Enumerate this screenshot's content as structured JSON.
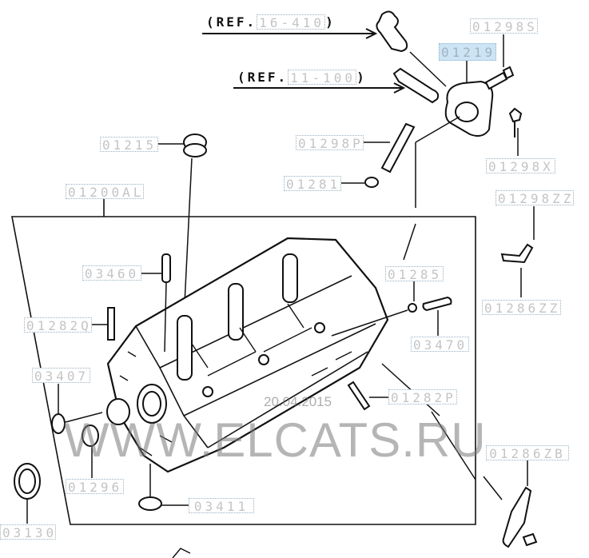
{
  "refs": [
    {
      "prefix": "(REF.",
      "code": "16-410",
      "suffix": ")"
    },
    {
      "prefix": "(REF.",
      "code": "11-100",
      "suffix": ")"
    }
  ],
  "parts": {
    "p01298S": "01298S",
    "p01219": "01219",
    "p01215": "01215",
    "p01298P": "01298P",
    "p01298X": "01298X",
    "p01200AL": "01200AL",
    "p01281": "01281",
    "p01298ZZ": "01298ZZ",
    "p03460": "03460",
    "p01285": "01285",
    "p01286ZZ": "01286ZZ",
    "p01282Q": "01282Q",
    "p03470": "03470",
    "p03407": "03407",
    "p01282P": "01282P",
    "p01286ZB": "01286ZB",
    "p01296": "01296",
    "p03411": "03411",
    "p03130": "03130"
  },
  "highlighted": "01219",
  "watermark": {
    "text": "WWW.ELCATS.RU",
    "date": "20.04.2015"
  },
  "colors": {
    "label_text": "#c4c4c4",
    "highlight_bg": "#cde4f4",
    "line": "#111111"
  }
}
